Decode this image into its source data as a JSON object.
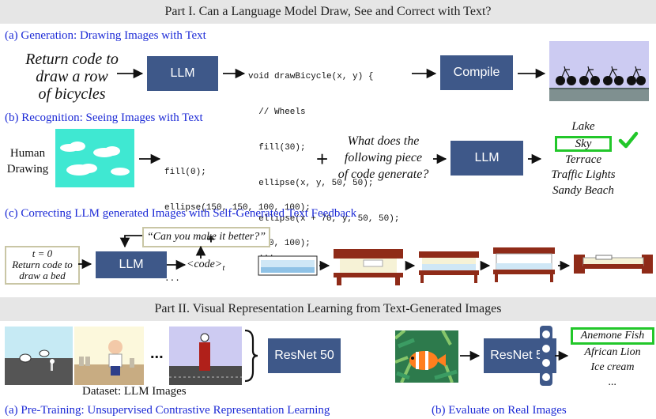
{
  "part1_title": "Part I. Can a Language Model Draw, See and Correct with Text?",
  "gen": {
    "heading": "(a) Generation: Drawing Images with Text",
    "prompt_lines": [
      "Return code to",
      "draw a row",
      "of  bicycles"
    ],
    "llm": "LLM",
    "code_lines": [
      "void drawBicycle(x, y) {",
      "  // Wheels",
      "  fill(30);",
      "  ellipse(x, y, 50, 50);",
      "  ellipse(x + 70, y, 50, 50);",
      "  ..."
    ],
    "compile": "Compile"
  },
  "rec": {
    "heading": "(b) Recognition: Seeing Images with Text",
    "human_lines": [
      "Human",
      "Drawing"
    ],
    "code_lines": [
      "fill(0);",
      "ellipse(150, 150, 100, 100);",
      "ellipse(250, 150, 100, 100);",
      "..."
    ],
    "plus": "+",
    "question_lines": [
      "What does the",
      "following piece",
      "of code generate?"
    ],
    "llm": "LLM",
    "options": [
      "Lake",
      "Sky",
      "Terrace",
      "Traffic Lights",
      "Sandy Beach"
    ],
    "selected": "Sky",
    "check_color": "#22c72a"
  },
  "corr": {
    "heading": "(c) Correcting LLM generated Images with Self-Generated Text Feedback",
    "t0": "t = 0",
    "prompt_lines": [
      "Return code to",
      "draw a bed"
    ],
    "llm": "LLM",
    "feedback": "“Can you make it better?”",
    "plus": "+",
    "code_tag": "<code>",
    "sub_t": "t"
  },
  "part2_title": "Part II. Visual Representation Learning from Text-Generated Images",
  "pre": {
    "ellipsis": "...",
    "resnet": "ResNet 50",
    "dataset": "Dataset: LLM Images",
    "heading": "(a) Pre-Training: Unsupervised Contrastive Representation Learning"
  },
  "eval": {
    "resnet": "ResNet 50",
    "classes": [
      "Anemone Fish",
      "African Lion",
      "Ice cream",
      "..."
    ],
    "heading": "(b) Evaluate on Real Images"
  },
  "colors": {
    "box": "#3e5889",
    "heading": "#1c2ad6",
    "highlight": "#22c72a",
    "band": "#e6e6e6"
  }
}
